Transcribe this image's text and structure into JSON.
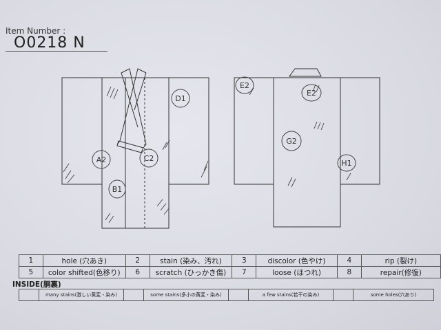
{
  "header": {
    "item_label": "Item Number :",
    "item_number": "O0218  N"
  },
  "front_marks": [
    {
      "id": "a2",
      "label": "A2"
    },
    {
      "id": "b1",
      "label": "B1"
    },
    {
      "id": "c2",
      "label": "C2"
    },
    {
      "id": "d1",
      "label": "D1"
    }
  ],
  "back_marks": [
    {
      "id": "e2-left",
      "label": "E2"
    },
    {
      "id": "e2-center",
      "label": "E2"
    },
    {
      "id": "g2",
      "label": "G2"
    },
    {
      "id": "h1",
      "label": "H1"
    }
  ],
  "legend": {
    "rows": [
      [
        {
          "num": "1",
          "text": "hole (穴あき)"
        },
        {
          "num": "2",
          "text": "stain (染み、汚れ)"
        },
        {
          "num": "3",
          "text": "discolor (色やけ)"
        },
        {
          "num": "4",
          "text": "rip (裂け)"
        }
      ],
      [
        {
          "num": "5",
          "text": "color shifted(色移り)"
        },
        {
          "num": "6",
          "text": "scratch (ひっかき傷)"
        },
        {
          "num": "7",
          "text": "loose (ほつれ)"
        },
        {
          "num": "8",
          "text": "repair(修復)"
        }
      ]
    ]
  },
  "inside": {
    "title": "INSIDE(胴裏)",
    "items": [
      "many stains(激しい黄変・染み)",
      "some stains(多小の黄変・染み)",
      "a few stains(若干の染み)",
      "some holes(穴あり)"
    ]
  }
}
